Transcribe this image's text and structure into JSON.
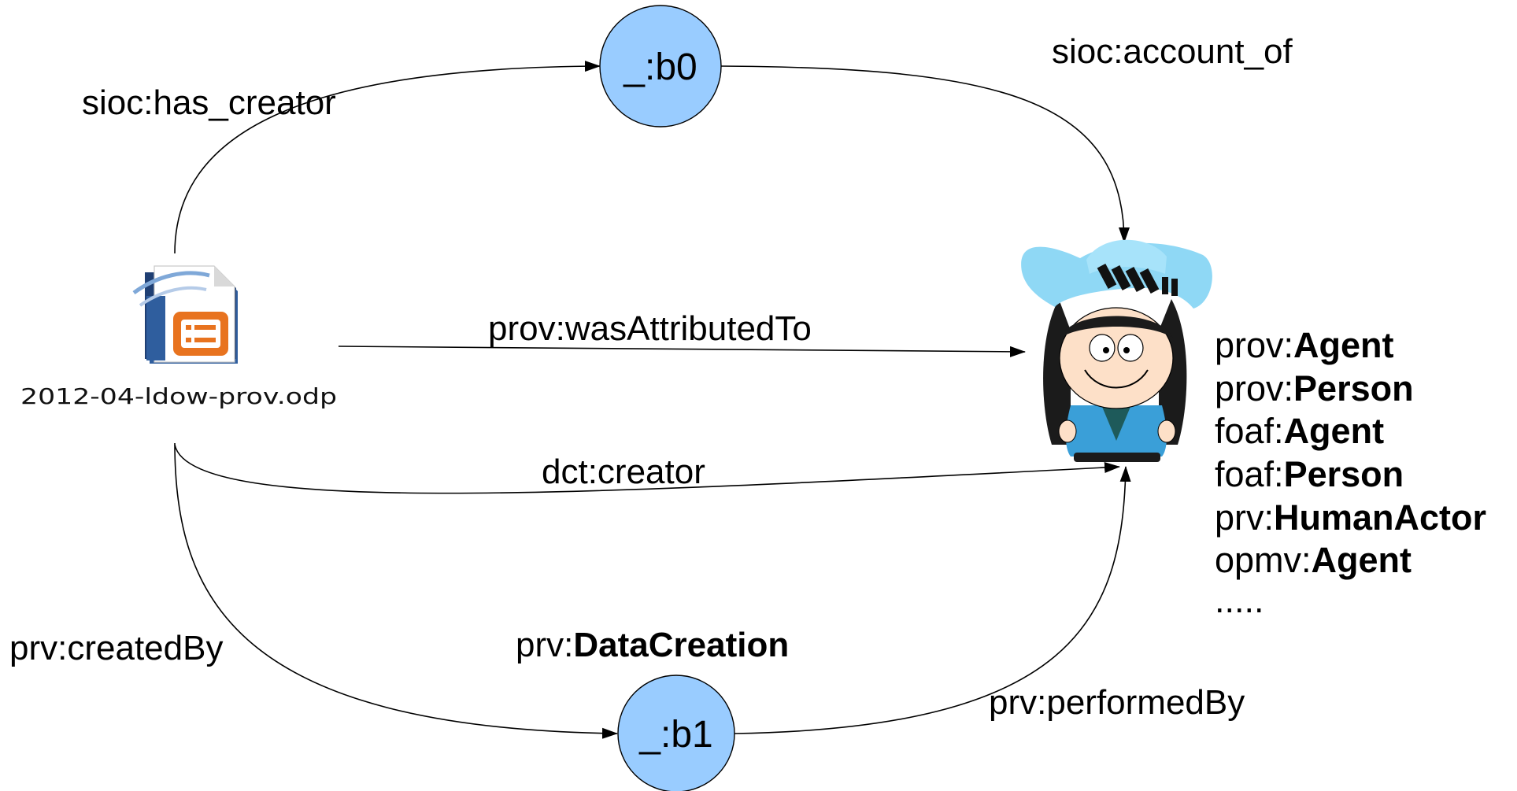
{
  "nodes": {
    "b0": {
      "label": "_:b0"
    },
    "b1": {
      "label": "_:b1"
    },
    "document": {
      "filename": "2012-04-ldow-prov.odp",
      "icon": "presentation-file-icon"
    },
    "agent": {
      "icon": "cartoon-person-icon"
    }
  },
  "edges": {
    "has_creator": "sioc:has_creator",
    "account_of": "sioc:account_of",
    "was_attributed_to": "prov:wasAttributedTo",
    "creator": "dct:creator",
    "created_by": "prv:createdBy",
    "performed_by": "prv:performedBy"
  },
  "b1_type": {
    "prefix": "prv:",
    "name": "DataCreation"
  },
  "agent_types": [
    {
      "prefix": "prov:",
      "name": "Agent"
    },
    {
      "prefix": "prov:",
      "name": "Person"
    },
    {
      "prefix": "foaf:",
      "name": "Agent"
    },
    {
      "prefix": "foaf:",
      "name": "Person"
    },
    {
      "prefix": "prv:",
      "name": "HumanActor"
    },
    {
      "prefix": "opmv:",
      "name": "Agent"
    }
  ],
  "agent_types_more": ".....",
  "colors": {
    "blank_node_fill": "#99ccff",
    "hat": "#8fd8f5",
    "icon_orange": "#e8731f",
    "icon_blue": "#2f5e9e"
  }
}
